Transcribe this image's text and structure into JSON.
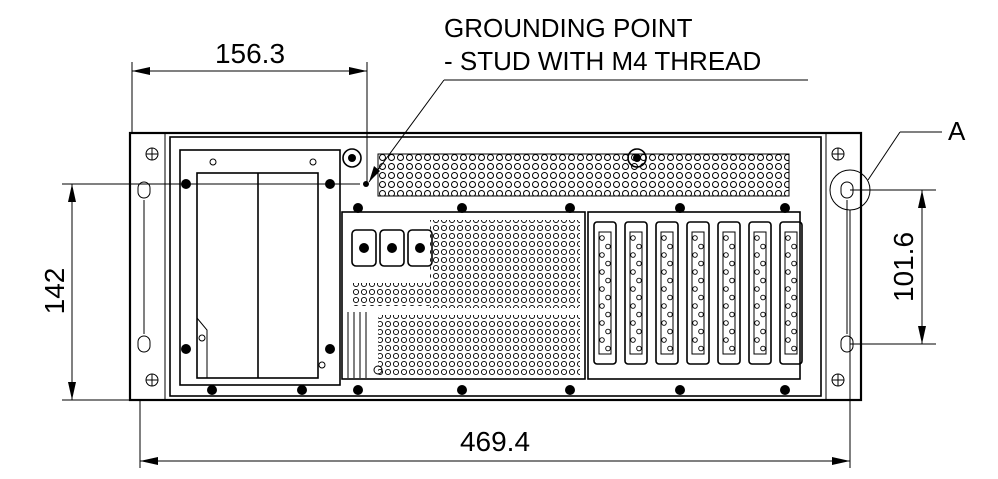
{
  "drawing": {
    "callout_line1": "GROUNDING POINT",
    "callout_line2": "- STUD WITH M4 THREAD",
    "detail_label": "A",
    "dims": {
      "top_width": "156.3",
      "left_height": "142",
      "right_height": "101.6",
      "bottom_width": "469.4"
    },
    "card_slots": 7
  }
}
